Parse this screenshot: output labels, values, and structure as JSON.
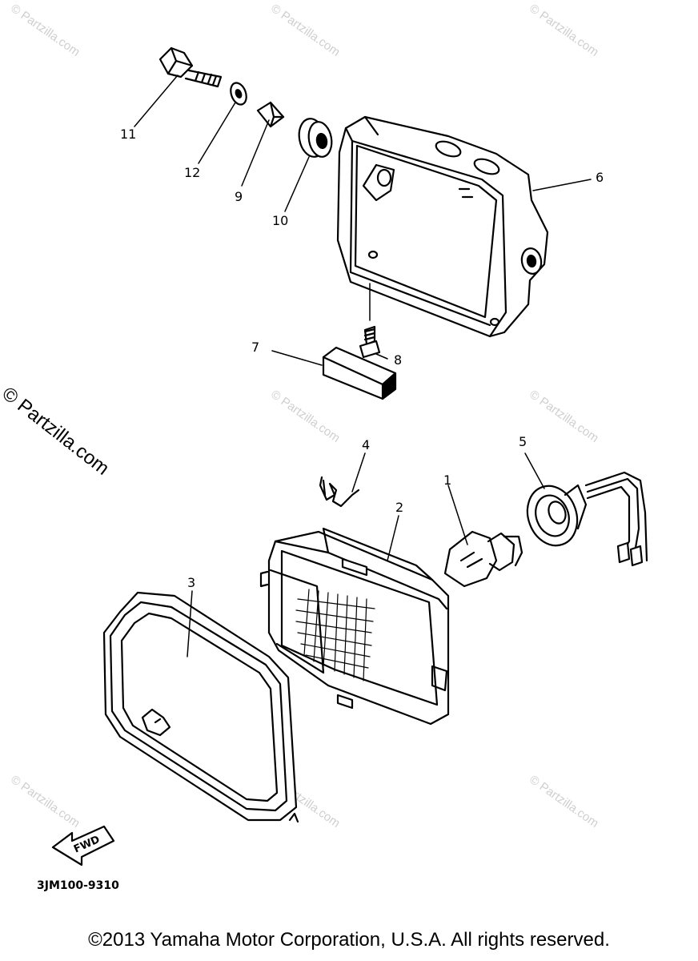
{
  "diagram": {
    "callouts": {
      "c1": "1",
      "c2": "2",
      "c3": "3",
      "c4": "4",
      "c5": "5",
      "c6": "6",
      "c7": "7",
      "c8": "8",
      "c9": "9",
      "c10": "10",
      "c11": "11",
      "c12": "12"
    },
    "fwd_label": "FWD",
    "drawing_code": "3JM100-9310"
  },
  "watermarks": {
    "small": "© Partzilla.com",
    "large": "© Partzilla.com"
  },
  "footer": {
    "copyright": "©2013 Yamaha Motor Corporation, U.S.A. All rights reserved."
  }
}
